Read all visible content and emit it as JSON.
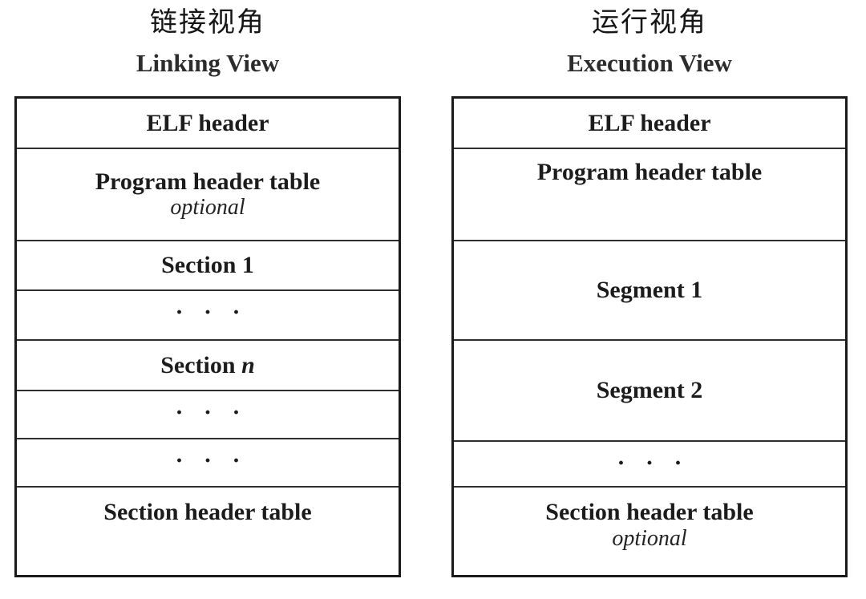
{
  "figure": {
    "type": "diagram",
    "subject": "ELF object file format — Linking View vs Execution View",
    "background_color": "#ffffff",
    "line_color": "#1a1a1a",
    "text_color": "#1c1c1c"
  },
  "columns": [
    {
      "id": "linking-view",
      "heading_cn": "链接视角",
      "heading_en": "Linking View",
      "rows": [
        {
          "id": "elf-header",
          "label": "ELF header",
          "sub": "",
          "ital_suffix": "",
          "kind": "text"
        },
        {
          "id": "program-header-table",
          "label": "Program header table",
          "sub": "optional",
          "ital_suffix": "",
          "kind": "text"
        },
        {
          "id": "section-1",
          "label": "Section 1",
          "sub": "",
          "ital_suffix": "",
          "kind": "text"
        },
        {
          "id": "ellipsis-1",
          "label": "· · ·",
          "sub": "",
          "ital_suffix": "",
          "kind": "ellipsis"
        },
        {
          "id": "section-n",
          "label": "Section ",
          "sub": "",
          "ital_suffix": "n",
          "kind": "text"
        },
        {
          "id": "ellipsis-2",
          "label": "· · ·",
          "sub": "",
          "ital_suffix": "",
          "kind": "ellipsis"
        },
        {
          "id": "ellipsis-3",
          "label": "· · ·",
          "sub": "",
          "ital_suffix": "",
          "kind": "ellipsis"
        },
        {
          "id": "section-header-table",
          "label": "Section header table",
          "sub": "",
          "ital_suffix": "",
          "kind": "text"
        }
      ]
    },
    {
      "id": "execution-view",
      "heading_cn": "运行视角",
      "heading_en": "Execution View",
      "rows": [
        {
          "id": "elf-header",
          "label": "ELF header",
          "sub": "",
          "ital_suffix": "",
          "kind": "text"
        },
        {
          "id": "program-header-table",
          "label": "Program header table",
          "sub": "",
          "ital_suffix": "",
          "kind": "text"
        },
        {
          "id": "segment-1",
          "label": "Segment 1",
          "sub": "",
          "ital_suffix": "",
          "kind": "text"
        },
        {
          "id": "segment-2",
          "label": "Segment 2",
          "sub": "",
          "ital_suffix": "",
          "kind": "text"
        },
        {
          "id": "ellipsis-1",
          "label": "· · ·",
          "sub": "",
          "ital_suffix": "",
          "kind": "ellipsis"
        },
        {
          "id": "section-header-table",
          "label": "Section header table",
          "sub": "optional",
          "ital_suffix": "",
          "kind": "text"
        }
      ]
    }
  ]
}
